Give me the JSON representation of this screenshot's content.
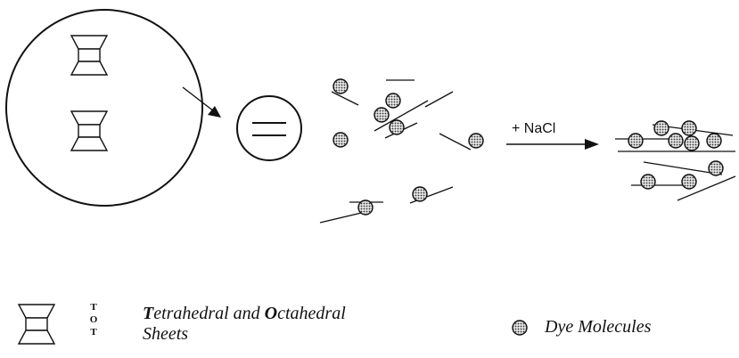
{
  "reaction": {
    "label": "+ NaCl"
  },
  "legend": {
    "tot_letters": [
      "T",
      "O",
      "T"
    ],
    "sheets_initial_1": "T",
    "sheets_rest_1": "etrahedral and ",
    "sheets_initial_2": "O",
    "sheets_rest_2": "ctahedral",
    "sheets_line2": "Sheets",
    "dye_label": "Dye Molecules"
  },
  "colors": {
    "ink": "#111111",
    "dye_fill": "#9a9a9a"
  },
  "icons": {
    "dye": "dotted-circle",
    "platelet": "line-segment",
    "layer": "tot-trapezoid-stack"
  }
}
